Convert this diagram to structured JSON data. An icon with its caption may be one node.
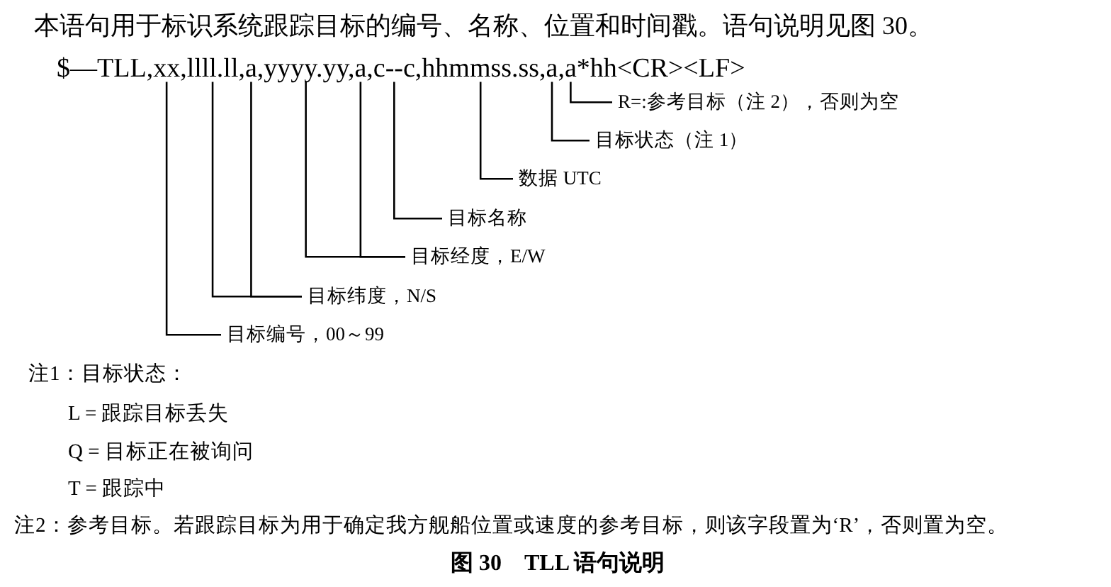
{
  "diagram": {
    "caption": "图 30　TLL 语句说明",
    "nodes": [
      {
        "text": [
          "$—TLL,xx,llll.ll,a,yyyy.yy,a,c--c,hhmmss.ss,a,a*hh<CR><LF>"
        ]
      },
      {
        "text": [
          "R=:参考目标（注 2），否则为空"
        ]
      },
      {
        "text": [
          "目标状态（注 1）"
        ]
      },
      {
        "text": [
          "数据 UTC"
        ]
      },
      {
        "text": [
          "目标名称"
        ]
      },
      {
        "text": [
          "目标经度，E/W"
        ]
      },
      {
        "text": [
          "目标纬度，N/S"
        ]
      },
      {
        "text": [
          "目标编号，00～99"
        ]
      }
    ],
    "edges": [
      {
        "from": 1,
        "to": 0,
        "arrow": "none"
      },
      {
        "from": 2,
        "to": 0,
        "arrow": "none"
      },
      {
        "from": 3,
        "to": 0,
        "arrow": "none"
      },
      {
        "from": 4,
        "to": 0,
        "arrow": "none"
      },
      {
        "from": 5,
        "to": 0,
        "arrow": "none"
      },
      {
        "from": 5,
        "to": 0,
        "arrow": "none"
      },
      {
        "from": 6,
        "to": 0,
        "arrow": "none"
      },
      {
        "from": 6,
        "to": 0,
        "arrow": "none"
      },
      {
        "from": 7,
        "to": 0,
        "arrow": "none"
      }
    ],
    "labels": [
      "本语句用于标识系统跟踪目标的编号、名称、位置和时间戳。语句说明见图 30。",
      "注1：目标状态：",
      "L = 跟踪目标丢失",
      "Q = 目标正在被询问",
      "T = 跟踪中",
      "注2：参考目标。若跟踪目标为用于确定我方舰船位置或速度的参考目标，则该字段置为‘R’，否则置为空。"
    ]
  }
}
